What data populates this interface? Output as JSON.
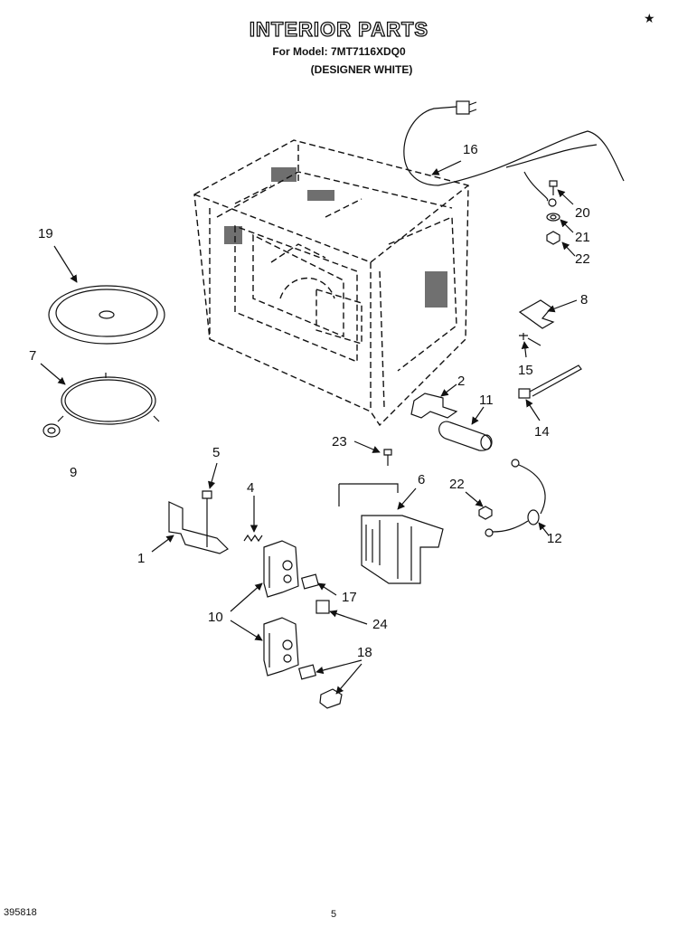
{
  "header": {
    "title": "INTERIOR PARTS",
    "model": "For Model: 7MT7116XDQ0",
    "variant": "(DESIGNER WHITE)",
    "corner_mark": "★"
  },
  "footer": {
    "doc_number": "395818",
    "page": "5"
  },
  "callouts": [
    "1",
    "2",
    "4",
    "5",
    "6",
    "7",
    "8",
    "9",
    "10",
    "11",
    "12",
    "14",
    "15",
    "16",
    "17",
    "18",
    "19",
    "20",
    "21",
    "22",
    "22",
    "23",
    "24"
  ]
}
